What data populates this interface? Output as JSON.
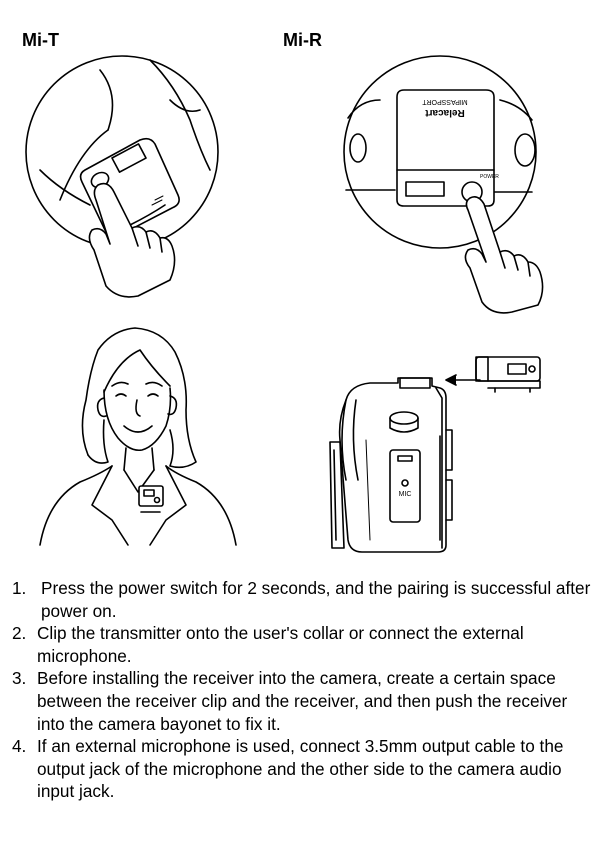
{
  "labels": {
    "transmitter": "Mi-T",
    "receiver": "Mi-R"
  },
  "device_text": {
    "receiver_brand": "Relacart",
    "receiver_model": "MIPASSPORT",
    "power_label": "POWER",
    "mic_label": "MIC"
  },
  "instructions": [
    {
      "number": "1.",
      "text": "Press the power switch for 2 seconds, and the pairing is successful after power on."
    },
    {
      "number": "2.",
      "text": "Clip the transmitter onto the user's collar or connect the external microphone."
    },
    {
      "number": "3.",
      "text": "Before installing the receiver into the camera, create a certain space between the receiver clip and the receiver, and then push the receiver into the camera bayonet to fix it."
    },
    {
      "number": "4.",
      "text": "If an external microphone is used, connect 3.5mm output cable to the output jack of the microphone and the other side to the camera audio input jack."
    }
  ]
}
